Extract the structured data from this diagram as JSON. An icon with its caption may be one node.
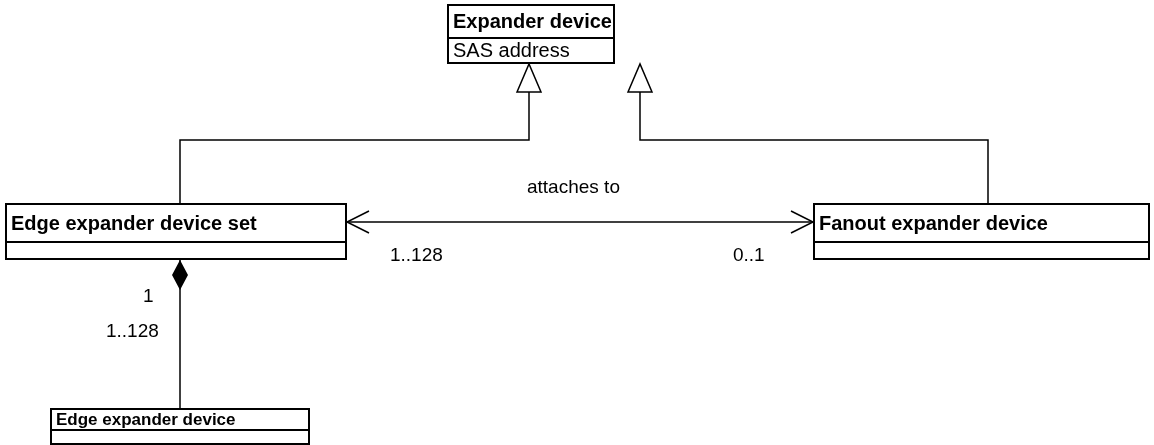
{
  "diagram": {
    "nodes": [
      {
        "text": [
          "Expander device",
          "SAS address"
        ]
      },
      {
        "text": [
          "Edge expander device set"
        ]
      },
      {
        "text": [
          "Fanout expander device"
        ]
      },
      {
        "text": [
          "Edge expander device"
        ]
      }
    ],
    "edges": [
      {
        "from": 1,
        "to": 0,
        "arrow": "to"
      },
      {
        "from": 2,
        "to": 0,
        "arrow": "to"
      },
      {
        "from": 1,
        "to": 2,
        "arrow": "both",
        "label": "attaches to"
      },
      {
        "from": 1,
        "to": 3,
        "arrow": "other"
      }
    ],
    "labels": [
      "1..128",
      "0..1",
      "1",
      "1..128"
    ]
  }
}
